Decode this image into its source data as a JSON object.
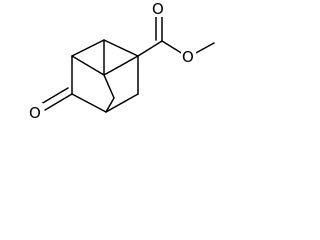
{
  "structure": {
    "atoms": {
      "ketone_oxygen": "O",
      "carbonyl_oxygen": "O",
      "ester_oxygen": "O"
    }
  }
}
